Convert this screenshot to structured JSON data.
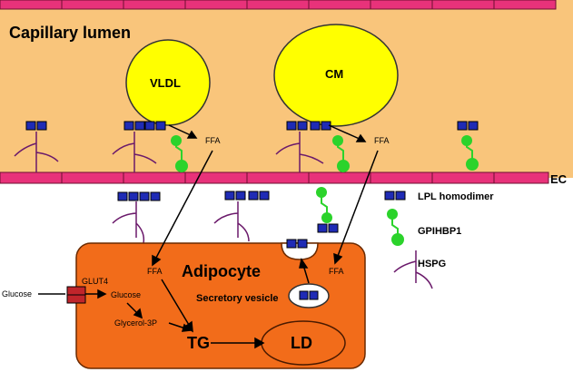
{
  "labels": {
    "capillary_lumen": "Capillary lumen",
    "vldl": "VLDL",
    "cm": "CM",
    "ec": "EC",
    "ffa_vldl": "FFA",
    "ffa_cm": "FFA",
    "adipocyte": "Adipocyte",
    "ffa_left": "FFA",
    "ffa_right": "FFA",
    "secretory_vesicle": "Secretory vesicle",
    "glucose_out": "Glucose",
    "glut4": "GLUT4",
    "glucose_in": "Glucose",
    "glycerol3p": "Glycerol-3P",
    "tg": "TG",
    "ld": "LD"
  },
  "legend": {
    "lpl": "LPL homodimer",
    "gpihbp1": "GPIHBP1",
    "hspg": "HSPG"
  },
  "colors": {
    "lumen": "#f9c57b",
    "endothelial_cell": "#e8327a",
    "lipoprotein": "#ffff00",
    "adipocyte": "#f26c1a",
    "lpl": "#1f2bb5",
    "gpihbp1": "#2bd32b",
    "hspg": "#6b1a6b",
    "glut4": "#c0252b"
  }
}
